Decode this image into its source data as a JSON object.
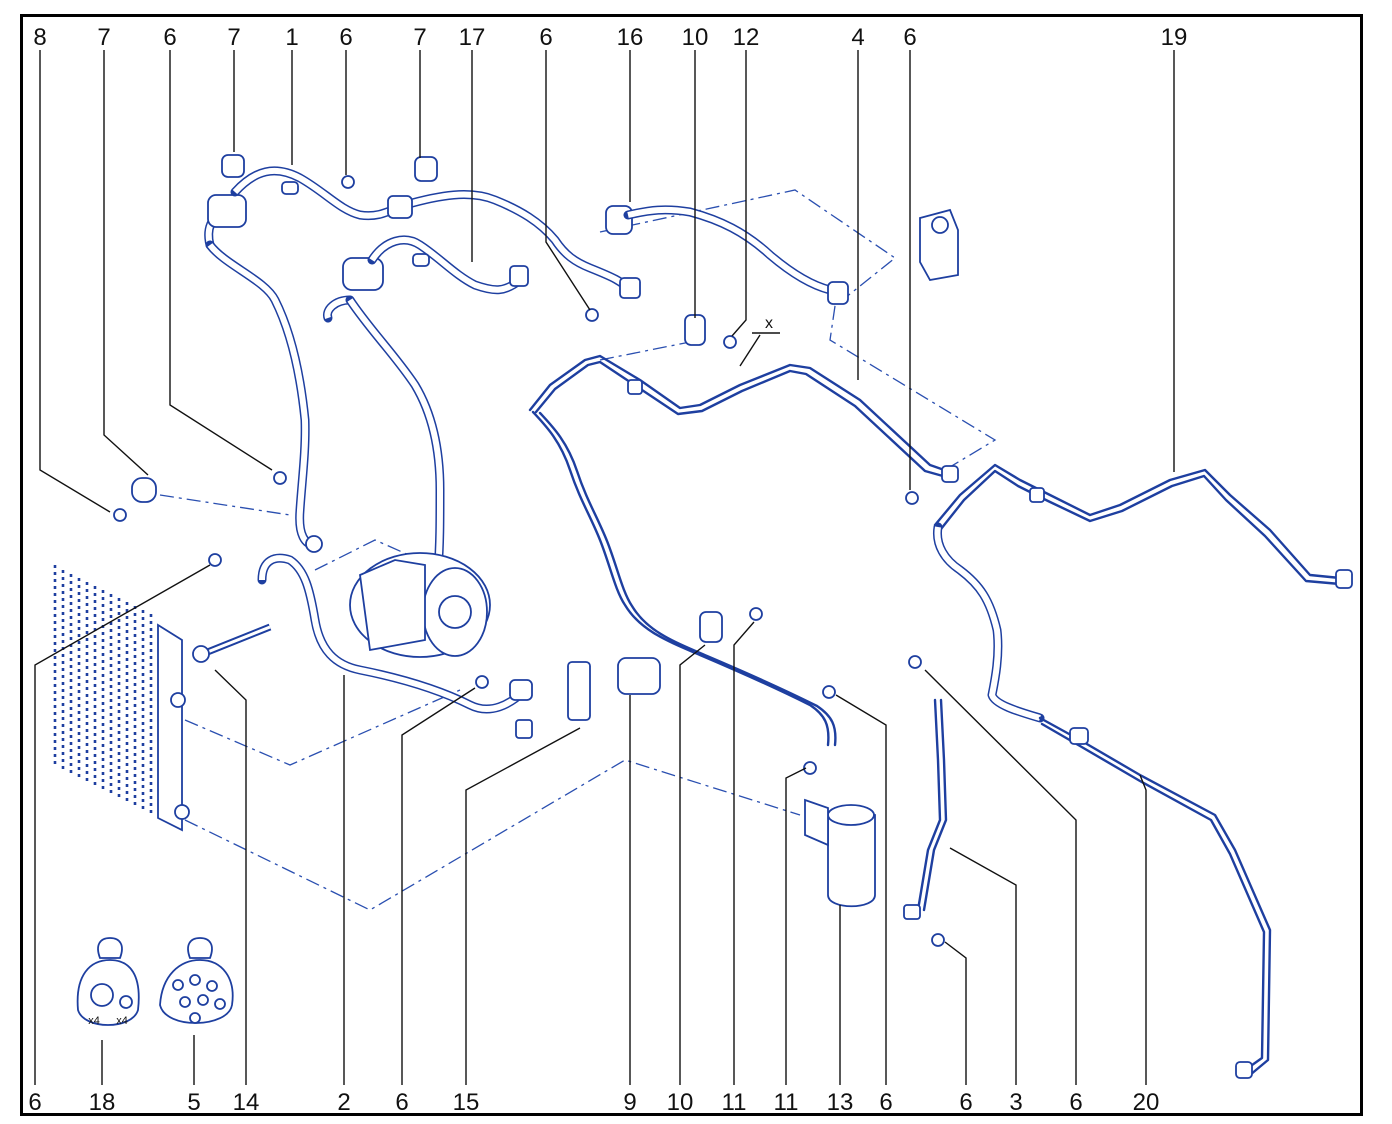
{
  "callouts": {
    "top": [
      "8",
      "7",
      "6",
      "7",
      "1",
      "6",
      "7",
      "17",
      "6",
      "16",
      "10",
      "12",
      "4",
      "6",
      "19"
    ],
    "bottom": [
      "6",
      "18",
      "5",
      "14",
      "2",
      "6",
      "15",
      "9",
      "10",
      "11",
      "11",
      "13",
      "6",
      "6",
      "3",
      "6",
      "20"
    ]
  },
  "axis_marker": "x",
  "kit_quantities": [
    "x4",
    "x4"
  ],
  "colors": {
    "line": "#1e3fa0",
    "frame": "#000000",
    "text": "#111111"
  }
}
